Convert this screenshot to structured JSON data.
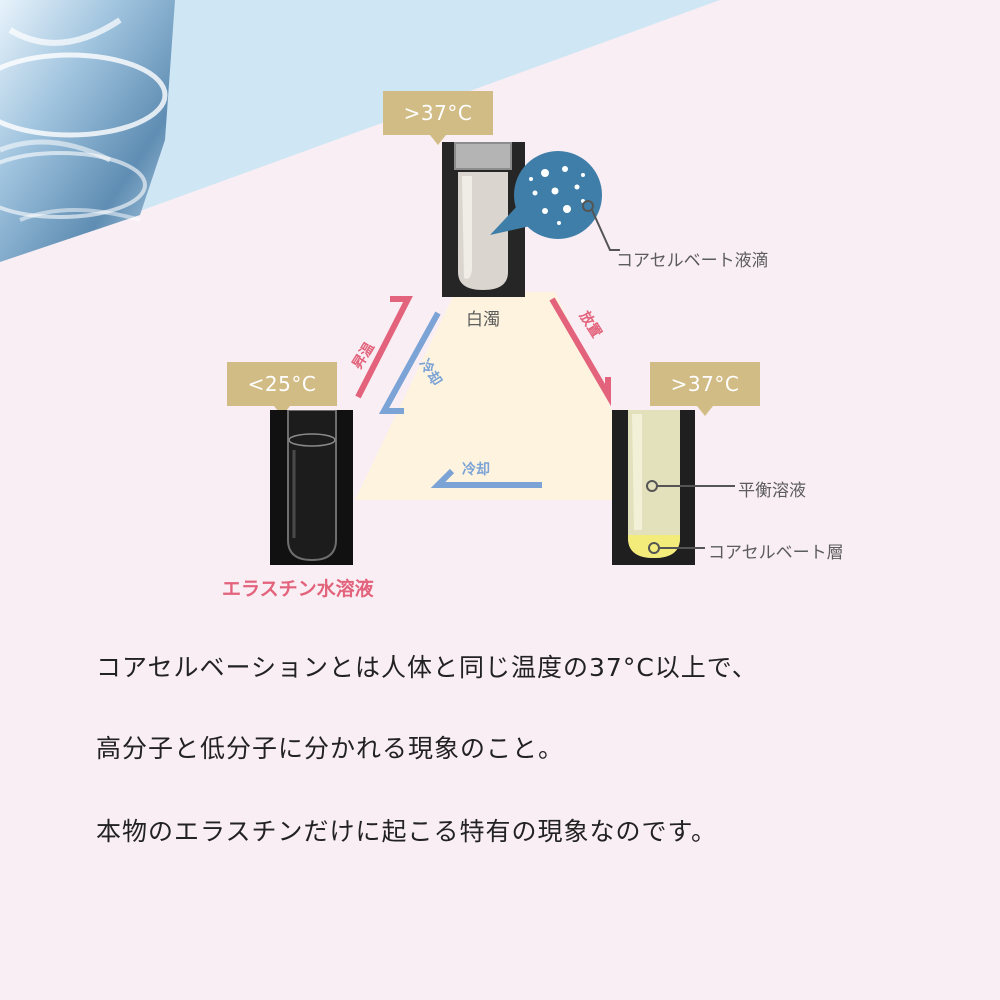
{
  "diagram": {
    "top_state": {
      "temperature": ">37°C",
      "label": "白濁",
      "callout": "コアセルベート液滴"
    },
    "left_state": {
      "temperature": "<25°C",
      "label": "エラスチン水溶液"
    },
    "right_state": {
      "temperature": ">37°C",
      "upper_layer": "平衡溶液",
      "lower_layer": "コアセルベート層"
    },
    "arrows": {
      "left_up": "昇温",
      "left_down": "冷却",
      "right_down": "放置",
      "bottom": "冷却"
    },
    "colors": {
      "background": "#f9eef4",
      "triangle": "#fdf3df",
      "badge": "#d2bc86",
      "pink_arrow": "#e2637b",
      "blue_arrow": "#7ca3d6",
      "droplet_callout": "#3f7ea8"
    }
  },
  "description": {
    "line1": "コアセルベーションとは人体と同じ温度の37°C以上で、",
    "line2": "高分子と低分子に分かれる現象のこと。",
    "line3": "本物のエラスチンだけに起こる特有の現象なのです。"
  }
}
